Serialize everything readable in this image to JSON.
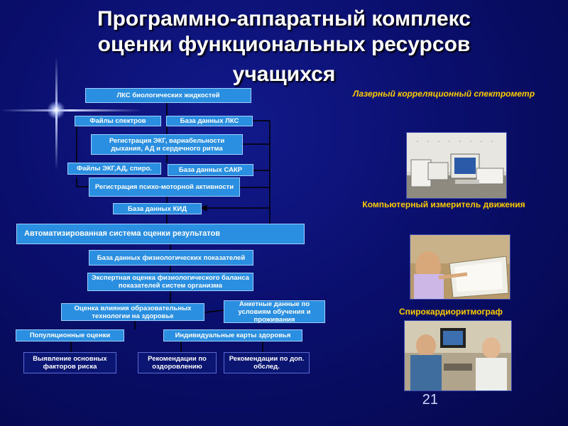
{
  "title": {
    "line1": "Программно-аппаратный комплекс",
    "line2": "оценки функциональных ресурсов",
    "line3": "учащихся"
  },
  "flow": {
    "lks_bio": "ЛКС биологических жидкостей",
    "spectra_files": "Файлы спектров",
    "lks_db": "База данных  ЛКС",
    "ecg_reg": "Регистрация ЭКГ, вариабельности дыхания, АД и сердечного ритма",
    "ecg_files": "Файлы ЭКГ,АД, спиро.",
    "sakr_db": "База данных САКР",
    "psycho_reg": "Регистрация психо-моторной активности",
    "kid_db": "База данных КИД",
    "auto_system": "Автоматизированная система оценки результатов",
    "phys_db": "База данных физиологических показателей",
    "expert": "Экспертная оценка  физиологического баланса показателей систем организма",
    "edu_impact": "Оценка влияния образовательных технологии на здоровье",
    "survey": "Анкетные данные по условиям обучения и проживания",
    "population": "Популяционные оценки",
    "individual_cards": "Индивидуальные карты здоровья",
    "risk_factors": "Выявление основных факторов риска",
    "rec_health": "Рекомендации по оздоровлению",
    "rec_exam": "Рекомендации по доп. обслед."
  },
  "devices": {
    "laser": "Лазерный корреляционный спектрометр",
    "motion": "Компьютерный измеритель движения",
    "spiro": "Спирокардиоритмограф"
  },
  "slide_number": "21",
  "colors": {
    "box": "#2a8fe0",
    "label": "#ffcc00",
    "background": "#0a0f6e"
  }
}
